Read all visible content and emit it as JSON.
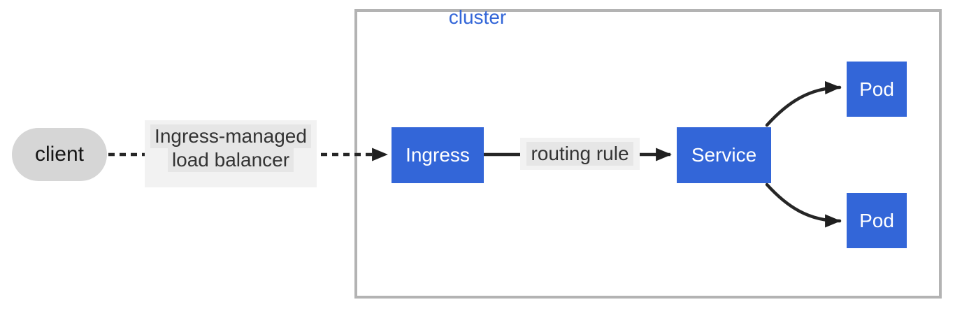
{
  "cluster": {
    "label": "cluster",
    "border_color": "#b3b3b3",
    "label_color": "#3366d8"
  },
  "nodes": {
    "client": {
      "label": "client",
      "fill": "#d6d6d6",
      "text_color": "#141414",
      "shape": "stadium"
    },
    "ingress": {
      "label": "Ingress",
      "fill": "#3366d8",
      "text_color": "#ffffff",
      "shape": "rect"
    },
    "service": {
      "label": "Service",
      "fill": "#3366d8",
      "text_color": "#ffffff",
      "shape": "rect"
    },
    "pod1": {
      "label": "Pod",
      "fill": "#3366d8",
      "text_color": "#ffffff",
      "shape": "rect"
    },
    "pod2": {
      "label": "Pod",
      "fill": "#3366d8",
      "text_color": "#ffffff",
      "shape": "rect"
    }
  },
  "edges": {
    "client_to_ingress": {
      "style": "dotted",
      "label_line1": "Ingress-managed",
      "label_line2": "load balancer"
    },
    "ingress_to_service": {
      "style": "solid",
      "label": "routing rule"
    },
    "service_to_pod1": {
      "style": "curved",
      "label": ""
    },
    "service_to_pod2": {
      "style": "curved",
      "label": ""
    }
  },
  "colors": {
    "edge_stroke": "#262626",
    "arrowhead": "#1f1f1f",
    "edge_label_bg": "#e4e4e4",
    "edge_label_outer_bg": "#f2f2f2",
    "edge_label_text": "#333333",
    "background": "#ffffff"
  }
}
